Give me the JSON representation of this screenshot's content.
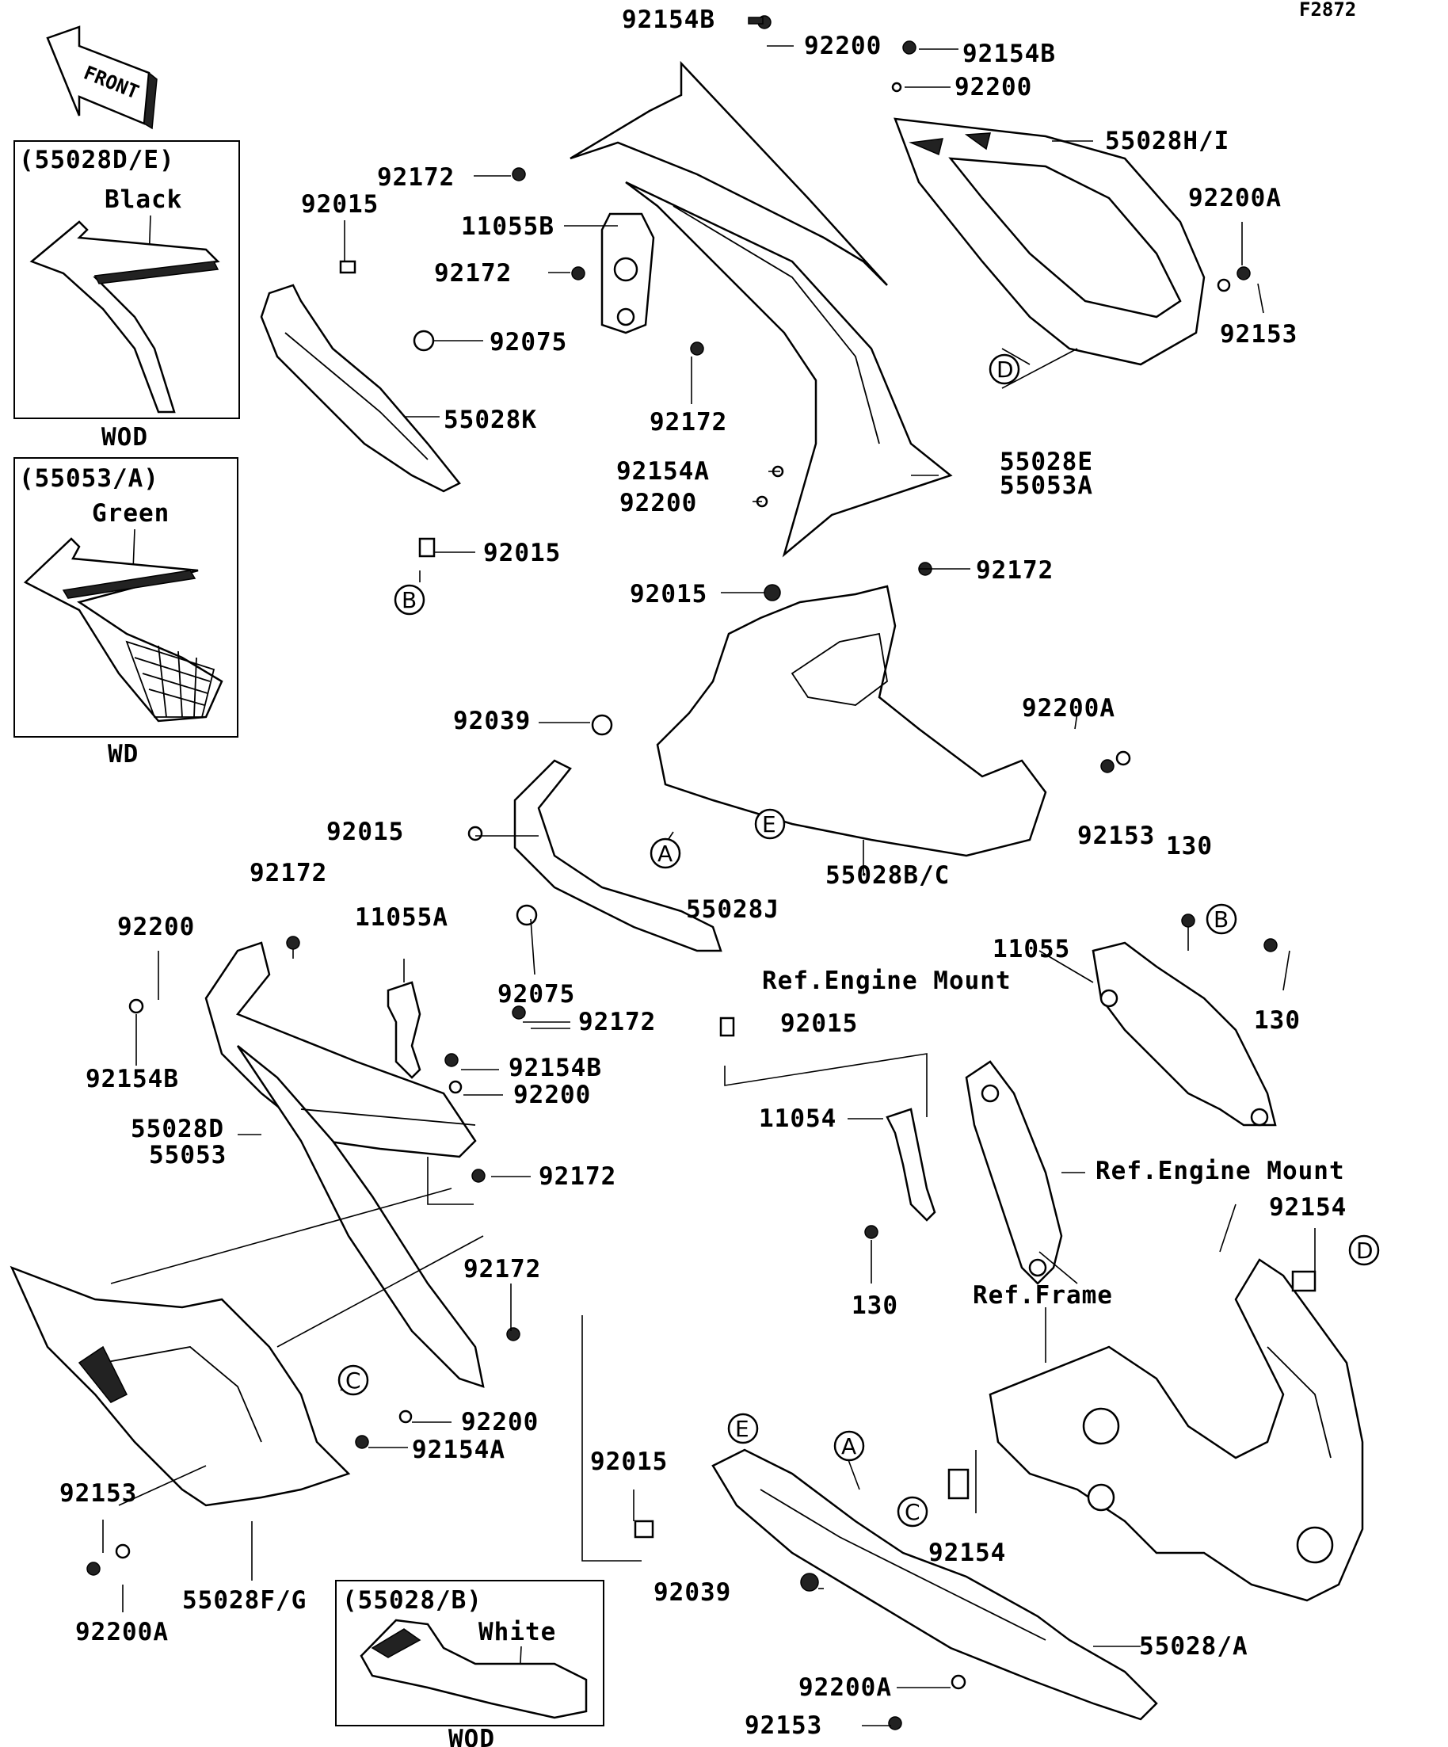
{
  "figure_code": "F2872",
  "front_arrow_label": "FRONT",
  "insets": [
    {
      "header": "(55028D/E)",
      "color": "Black",
      "footer": "WOD"
    },
    {
      "header": "(55053/A)",
      "color": "Green",
      "footer": "WD"
    },
    {
      "header": "(55028/B)",
      "color": "White",
      "footer": "WOD"
    }
  ],
  "callout_letters": [
    "A",
    "B",
    "C",
    "D",
    "E"
  ],
  "part_labels": [
    "92154B",
    "92200",
    "92154B",
    "92200",
    "55028H/I",
    "92172",
    "92015",
    "11055B",
    "92172",
    "92200A",
    "92075",
    "92153",
    "55028K",
    "92172",
    "92154A",
    "92200",
    "55028E",
    "55053A",
    "92015",
    "92172",
    "92015",
    "92039",
    "92200A",
    "92015",
    "55028B/C",
    "92153",
    "130",
    "92172",
    "11055A",
    "55028J",
    "92200",
    "11055",
    "Ref.Engine Mount",
    "92075",
    "92172",
    "130",
    "92015",
    "92154B",
    "92154B",
    "92200",
    "11054",
    "55028D",
    "55053",
    "92172",
    "Ref.Engine Mount",
    "92154",
    "130",
    "92172",
    "Ref.Frame",
    "92200",
    "92154A",
    "92015",
    "92153",
    "92039",
    "92154",
    "55028F/G",
    "92200A",
    "55028/A",
    "92200A",
    "92153"
  ]
}
